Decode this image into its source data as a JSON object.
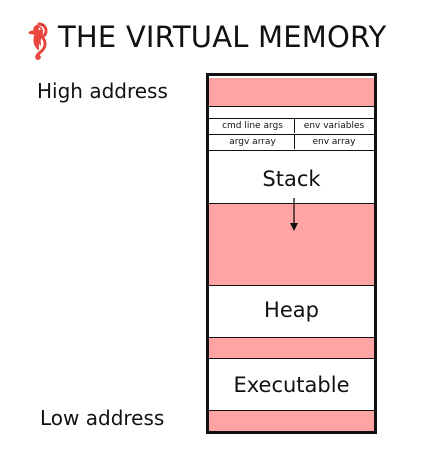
{
  "title": "THE VIRTUAL MEMORY",
  "logo_icon": "seahorse-icon",
  "labels": {
    "high_address": "High address",
    "low_address": "Low address"
  },
  "memory_layout": {
    "args_row": {
      "left": "cmd line args",
      "right": "env variables"
    },
    "arrays_row": {
      "left": "argv array",
      "right": "env array"
    },
    "segments": {
      "stack": "Stack",
      "heap": "Heap",
      "executable": "Executable"
    },
    "stack_growth_direction": "down"
  },
  "colors": {
    "free_region": "#ffa4a4",
    "border": "#111111",
    "logo": "#e8463e"
  }
}
